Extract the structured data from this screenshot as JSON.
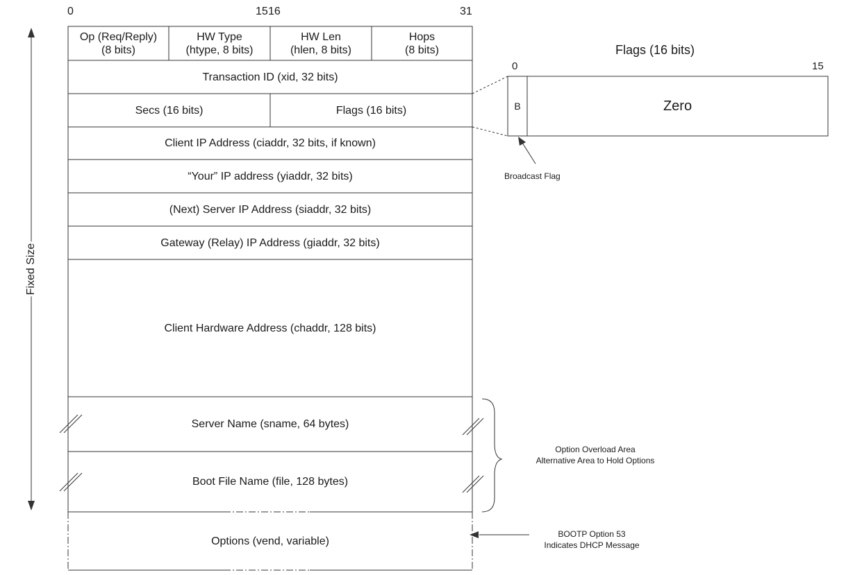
{
  "bit_ruler": {
    "b0": "0",
    "b15": "15",
    "b16": "16",
    "b31": "31"
  },
  "row1": {
    "op": {
      "line1": "Op (Req/Reply)",
      "line2": "(8 bits)"
    },
    "htype": {
      "line1": "HW Type",
      "line2": "(htype, 8 bits)"
    },
    "hlen": {
      "line1": "HW Len",
      "line2": "(hlen, 8 bits)"
    },
    "hops": {
      "line1": "Hops",
      "line2": "(8 bits)"
    }
  },
  "fields": {
    "xid": "Transaction ID (xid, 32 bits)",
    "secs": "Secs (16 bits)",
    "flags": "Flags (16 bits)",
    "ciaddr": "Client IP Address (ciaddr, 32 bits, if known)",
    "yiaddr": "“Your” IP address (yiaddr, 32 bits)",
    "siaddr": "(Next) Server IP Address (siaddr, 32 bits)",
    "giaddr": "Gateway (Relay) IP Address (giaddr, 32 bits)",
    "chaddr": "Client Hardware Address (chaddr, 128 bits)",
    "sname": "Server Name (sname, 64 bytes)",
    "file": "Boot File Name (file, 128 bytes)",
    "options": "Options (vend, variable)"
  },
  "fixed_size_label": "Fixed Size",
  "flags_detail": {
    "title": "Flags (16 bits)",
    "bit_start": "0",
    "bit_end": "15",
    "b_label": "B",
    "zero_label": "Zero",
    "broadcast_label": "Broadcast Flag"
  },
  "overload_note": {
    "line1": "Option Overload Area",
    "line2": "Alternative Area to Hold Options"
  },
  "bootp_note": {
    "line1": "BOOTP Option 53",
    "line2": "Indicates DHCP Message"
  },
  "colors": {
    "line": "#333333",
    "text": "#1a1a1a",
    "background": "#ffffff"
  }
}
